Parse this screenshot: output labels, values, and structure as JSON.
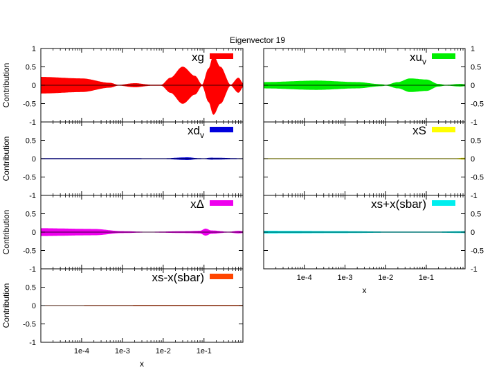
{
  "chart_data": {
    "type": "area",
    "title": "Eigenvector 19",
    "x_scale": "log",
    "x_range": [
      1e-05,
      0.9
    ],
    "x_ticks": [
      "1e-4",
      "1e-3",
      "1e-2",
      "1e-1"
    ],
    "y_range": [
      -1,
      1
    ],
    "y_ticks": [
      "-1",
      "-0.5",
      "0",
      "0.5",
      "1"
    ],
    "xlabel": "x",
    "ylabel": "Contribution",
    "panels": [
      {
        "legend": "xg",
        "subscript": "",
        "color": "#ff0000",
        "envelope": [
          [
            1e-05,
            0.22
          ],
          [
            0.0001,
            0.18
          ],
          [
            0.0005,
            0.06
          ],
          [
            0.0008,
            0.005
          ],
          [
            0.002,
            0.05
          ],
          [
            0.005,
            0.01
          ],
          [
            0.009,
            0.01
          ],
          [
            0.015,
            0.2
          ],
          [
            0.03,
            0.5
          ],
          [
            0.06,
            0.25
          ],
          [
            0.09,
            0.01
          ],
          [
            0.13,
            0.45
          ],
          [
            0.17,
            0.8
          ],
          [
            0.25,
            0.5
          ],
          [
            0.45,
            0.01
          ],
          [
            0.7,
            0.2
          ],
          [
            0.9,
            0.05
          ]
        ]
      },
      {
        "legend": "xu",
        "subscript": "v",
        "color": "#00ee00",
        "envelope": [
          [
            1e-05,
            0.08
          ],
          [
            0.0002,
            0.12
          ],
          [
            0.002,
            0.08
          ],
          [
            0.008,
            0.02
          ],
          [
            0.01,
            0.005
          ],
          [
            0.02,
            0.08
          ],
          [
            0.04,
            0.18
          ],
          [
            0.1,
            0.15
          ],
          [
            0.2,
            0.03
          ],
          [
            0.3,
            0.005
          ],
          [
            0.7,
            0.03
          ],
          [
            0.9,
            0.02
          ]
        ]
      },
      {
        "legend": "xd",
        "subscript": "v",
        "color": "#0000dd",
        "envelope": [
          [
            1e-05,
            0.01
          ],
          [
            0.001,
            0.008
          ],
          [
            0.01,
            0.005
          ],
          [
            0.04,
            0.03
          ],
          [
            0.07,
            0.01
          ],
          [
            0.1,
            0.005
          ],
          [
            0.15,
            0.02
          ],
          [
            0.9,
            0.005
          ]
        ]
      },
      {
        "legend": "xS",
        "subscript": "",
        "color": "#ffff00",
        "envelope": [
          [
            1e-05,
            0.005
          ],
          [
            0.5,
            0.005
          ],
          [
            0.9,
            0.02
          ]
        ]
      },
      {
        "legend": "xΔ",
        "subscript": "",
        "color": "#ee00ee",
        "envelope": [
          [
            1e-05,
            0.1
          ],
          [
            0.0002,
            0.08
          ],
          [
            0.001,
            0.02
          ],
          [
            0.004,
            0.003
          ],
          [
            0.04,
            0.02
          ],
          [
            0.08,
            0.03
          ],
          [
            0.11,
            0.09
          ],
          [
            0.15,
            0.04
          ],
          [
            0.4,
            0.005
          ],
          [
            0.7,
            0.03
          ],
          [
            0.9,
            0.02
          ]
        ]
      },
      {
        "legend": "xs+x(sbar)",
        "subscript": "",
        "color": "#00eeee",
        "envelope": [
          [
            1e-05,
            0.03
          ],
          [
            0.001,
            0.02
          ],
          [
            0.01,
            0.01
          ],
          [
            0.2,
            0.01
          ],
          [
            0.9,
            0.02
          ]
        ]
      },
      {
        "legend": "xs-x(sbar)",
        "subscript": "",
        "color": "#ff4500",
        "envelope": [
          [
            1e-05,
            0.004
          ],
          [
            0.9,
            0.01
          ]
        ]
      }
    ]
  }
}
